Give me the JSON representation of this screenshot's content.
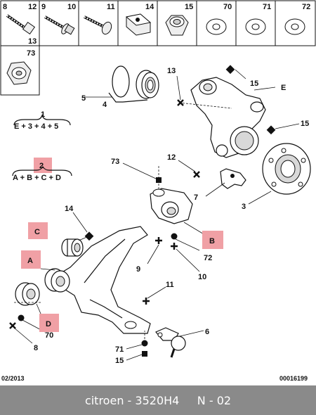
{
  "legend_top": {
    "cells": [
      {
        "num": "8",
        "icon": "bolt-icon"
      },
      {
        "num": "12",
        "icon": ""
      },
      {
        "num": "9",
        "icon": "flange-bolt-icon"
      },
      {
        "num": "10",
        "icon": ""
      },
      {
        "num": "11",
        "icon": "screw-icon"
      },
      {
        "num": "14",
        "icon": "square-nut-icon"
      },
      {
        "num": "15",
        "icon": "hex-nut-icon"
      },
      {
        "num": "70",
        "icon": "washer-icon"
      },
      {
        "num": "71",
        "icon": "washer-icon"
      },
      {
        "num": "72",
        "icon": "washer-icon"
      },
      {
        "num": "13",
        "icon": "small-label"
      },
      {
        "num": "73",
        "icon": "flange-nut-icon"
      }
    ]
  },
  "formulas": {
    "f1_head": "1",
    "f1_body": "E + 3 + 4 + 5",
    "f2_head": "2",
    "f2_body": "A + B + C + D"
  },
  "callouts": {
    "n13": "13",
    "n15a": "15",
    "nE": "E",
    "n5": "5",
    "n4": "4",
    "n15b": "15",
    "n12": "12",
    "n73": "73",
    "n7": "7",
    "n3": "3",
    "n14": "14",
    "nC": "C",
    "nA": "A",
    "nB": "B",
    "n72": "72",
    "n9": "9",
    "n10": "10",
    "n11": "11",
    "nD": "D",
    "n70": "70",
    "n8": "8",
    "n6": "6",
    "n71": "71",
    "n15c": "15"
  },
  "bottom_left": "02/2013",
  "bottom_right": "00016199",
  "footer": {
    "brand": "citroen",
    "sep1": " - ",
    "part": "3520H4",
    "sep2": "     ",
    "page": "N - 02"
  },
  "colors": {
    "highlight": "#f0a0a5",
    "footer_bg": "#8a8a8a"
  }
}
